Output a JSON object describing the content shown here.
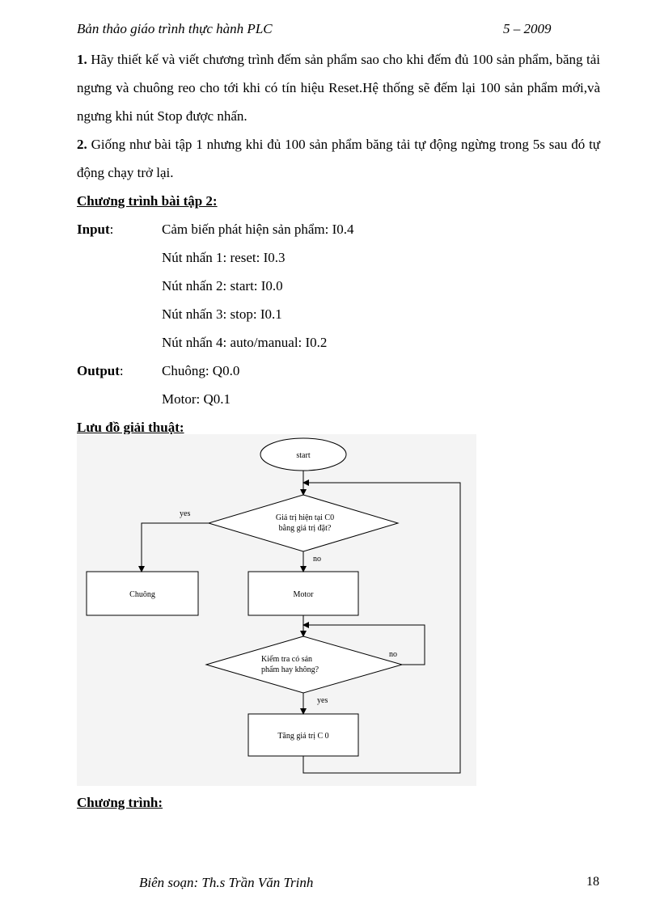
{
  "header": {
    "title": "Bản thảo giáo trình thực hành PLC",
    "date": "5 – 2009"
  },
  "exercise1": {
    "num": "1.",
    "text": "Hãy thiết kế và viết chương trình đếm sản phẩm sao cho khi đếm đủ 100 sản phẩm, băng tải ngưng và chuông reo cho tới khi có tín hiệu Reset.Hệ thống sẽ đếm lại 100 sản phẩm mới,và ngưng khi nút Stop được nhấn."
  },
  "exercise2": {
    "num": "2.",
    "text": "Giống như bài tập 1 nhưng khi đủ 100 sản phẩm băng tải tự động ngừng trong 5s sau đó tự động chạy trở lại."
  },
  "program_heading": "Chương trình bài tập 2:",
  "inputs": {
    "label": "Input",
    "items": [
      "Cảm biến phát hiện sản phẩm: I0.4",
      "Nút nhấn 1: reset: I0.3",
      "Nút nhấn 2: start: I0.0",
      "Nút nhấn 3: stop: I0.1",
      "Nút nhấn 4: auto/manual: I0.2"
    ]
  },
  "outputs": {
    "label": "Output",
    "items": [
      "Chuông: Q0.0",
      "Motor: Q0.1"
    ]
  },
  "flowchart_heading": "Lưu đồ giải thuật:",
  "flowchart": {
    "start": "start",
    "decision1_line1": "Giá trị hiện tại C0",
    "decision1_line2": "bằng giá trị đặt?",
    "yes1": "yes",
    "no1": "no",
    "bell": "Chuông",
    "motor": "Motor",
    "decision2_line1": "Kiểm tra có sản",
    "decision2_line2": "phẩm hay không?",
    "no2": "no",
    "yes2": "yes",
    "increment": "Tăng giá trị C 0"
  },
  "code_heading": "Chương trình:",
  "footer": {
    "author": "Biên soạn: Th.s Trần Văn Trinh",
    "page": "18"
  }
}
